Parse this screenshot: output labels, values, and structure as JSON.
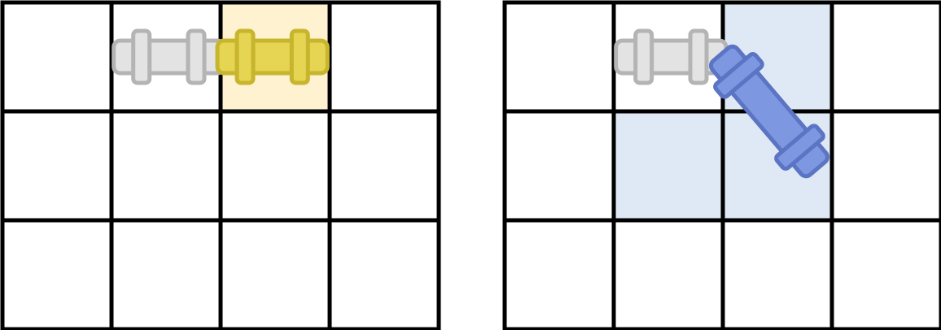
{
  "colors": {
    "grid_line": "#000000",
    "background": "#ffffff",
    "ghost_piece_fill": "#e3e3e3",
    "ghost_piece_stroke": "#b4b4b4",
    "left_highlight_cell": "#fef2d0",
    "left_piece_fill": "#e6d453",
    "left_piece_stroke": "#c7b52e",
    "right_highlight_cell": "#dee9f5",
    "right_piece_fill": "#7d97e0",
    "right_piece_stroke": "#5c74c4"
  },
  "panels": [
    {
      "id": "left",
      "rows": 3,
      "cols": 4,
      "highlighted_cells": [
        [
          0,
          2
        ]
      ],
      "ghost_piece": {
        "from": [
          0,
          0.55
        ],
        "to": [
          0,
          1.5
        ],
        "orientation": "horizontal"
      },
      "active_piece": {
        "from": [
          0,
          1.5
        ],
        "to": [
          0,
          2.45
        ],
        "orientation": "horizontal"
      }
    },
    {
      "id": "right",
      "rows": 3,
      "cols": 4,
      "highlighted_cells": [
        [
          0,
          2
        ],
        [
          1,
          1
        ],
        [
          1,
          2
        ]
      ],
      "ghost_piece": {
        "from": [
          0,
          0.55
        ],
        "to": [
          0,
          1.5
        ],
        "orientation": "horizontal"
      },
      "active_piece": {
        "from": [
          0,
          1.5
        ],
        "to": [
          1,
          2.35
        ],
        "orientation": "diagonal"
      }
    }
  ]
}
